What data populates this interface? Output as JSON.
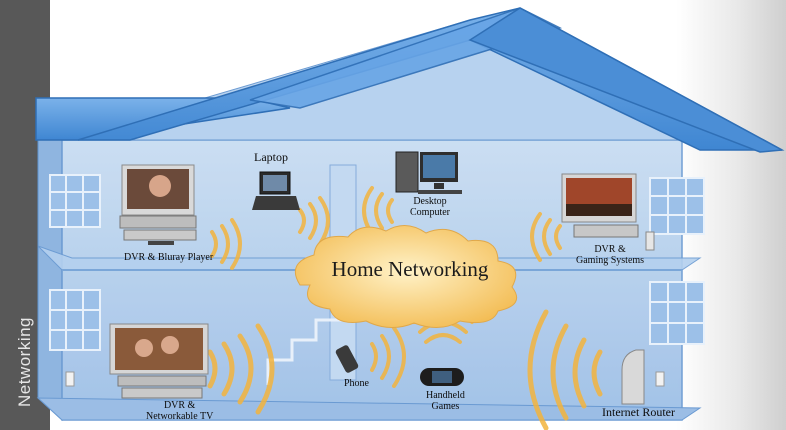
{
  "sidebar": {
    "label": "Networking"
  },
  "title": "Home Networking",
  "devices": {
    "laptop": "Laptop",
    "desktop": "Desktop\nComputer",
    "dvr_bluray": "DVR & Bluray Player",
    "dvr_gaming": "DVR &\nGaming Systems",
    "dvr_networkable_tv": "DVR &\nNetworkable TV",
    "phone": "Phone",
    "handheld": "Handheld\nGames",
    "router": "Internet Router"
  },
  "colors": {
    "sidebar": "#585858",
    "house_glass": "#a9c9ec",
    "roof": "#4a8fd6",
    "cloud": "#f7c766",
    "signal": "#f3b43e"
  }
}
